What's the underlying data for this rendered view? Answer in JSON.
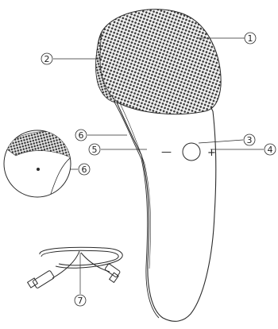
{
  "diagram": {
    "callouts": [
      {
        "id": "1",
        "label": "①",
        "part": "silicone-brush-head"
      },
      {
        "id": "2",
        "label": "②",
        "part": "back-bristles"
      },
      {
        "id": "3",
        "label": "③",
        "part": "power-button"
      },
      {
        "id": "4",
        "label": "④",
        "part": "plus-button"
      },
      {
        "id": "5",
        "label": "⑤",
        "part": "minus-button"
      },
      {
        "id": "6a",
        "label": "⑥",
        "part": "indicator-light"
      },
      {
        "id": "6b",
        "label": "⑥",
        "part": "charging-port-detail"
      },
      {
        "id": "7",
        "label": "⑦",
        "part": "usb-charging-cable"
      }
    ],
    "minus_symbol": "—",
    "plus_symbol": "+"
  },
  "colors": {
    "line": "#2a2a2a",
    "bristle": "#3a3a3a",
    "bristle_light": "#8a8a8a",
    "background": "#ffffff"
  }
}
